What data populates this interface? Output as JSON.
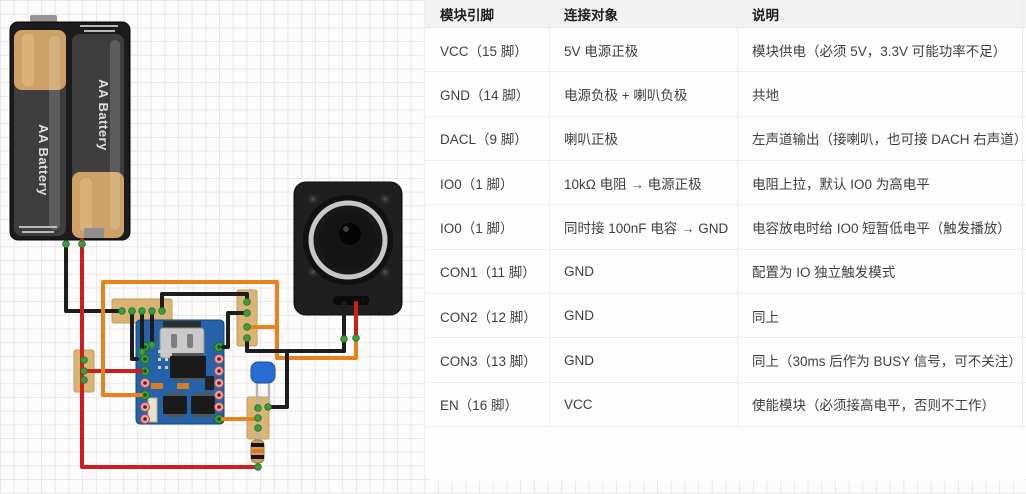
{
  "table": {
    "headers": [
      "模块引脚",
      "连接对象",
      "说明"
    ],
    "rows": [
      {
        "pin": "VCC（15 脚）",
        "target": "5V 电源正极",
        "note": "模块供电（必须 5V，3.3V 可能功率不足）"
      },
      {
        "pin": "GND（14 脚）",
        "target": "电源负极 + 喇叭负极",
        "note": "共地"
      },
      {
        "pin": "DACL（9 脚）",
        "target": "喇叭正极",
        "note": "左声道输出（接喇叭，也可接 DACH 右声道）"
      },
      {
        "pin": "IO0（1 脚）",
        "target": "10kΩ 电阻 → 电源正极",
        "note": "电阻上拉，默认 IO0 为高电平"
      },
      {
        "pin": "IO0（1 脚）",
        "target": "同时接 100nF 电容 → GND",
        "note": "电容放电时给 IO0 短暂低电平（触发播放）"
      },
      {
        "pin": "CON1（11 脚）",
        "target": "GND",
        "note": "配置为 IO 独立触发模式"
      },
      {
        "pin": "CON2（12 脚）",
        "target": "GND",
        "note": "同上"
      },
      {
        "pin": "CON3（13 脚）",
        "target": "GND",
        "note": "同上（30ms 后作为 BUSY 信号，可不关注）"
      },
      {
        "pin": "EN（16 脚）",
        "target": "VCC",
        "note": "使能模块（必须接高电平，否则不工作）"
      }
    ]
  },
  "diagram": {
    "battery_label": "AA Battery",
    "components": [
      "2xAA battery holder",
      "speaker",
      "audio player module with micro-USB",
      "100nF capacitor",
      "10kΩ resistor",
      "solder pad strips"
    ],
    "wire_colors": {
      "positive": "#cf1d1d",
      "ground": "#1d1d1d",
      "signal": "#e8821c"
    }
  }
}
